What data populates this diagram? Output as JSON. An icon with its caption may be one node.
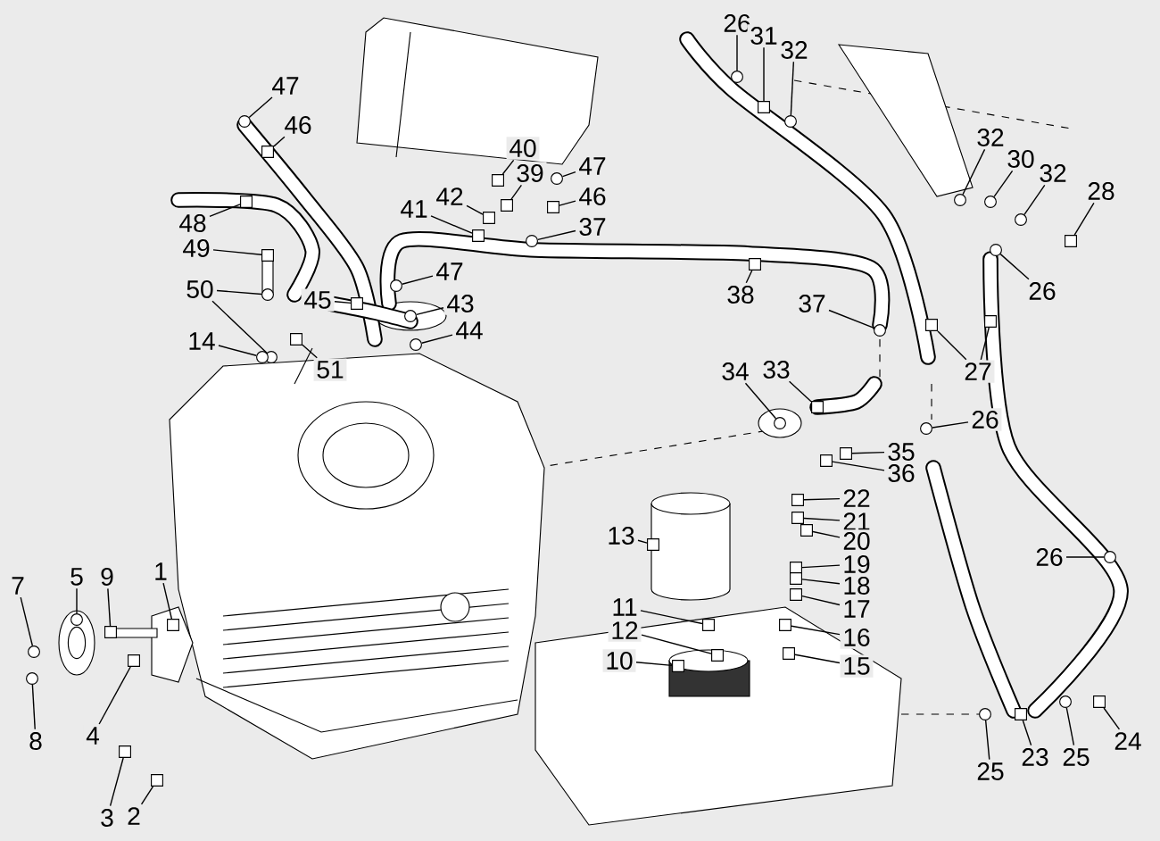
{
  "diagram": {
    "nodes": [
      {
        "text": [
          "47"
        ]
      },
      {
        "text": [
          "46"
        ]
      },
      {
        "text": [
          "26"
        ]
      },
      {
        "text": [
          "31"
        ]
      },
      {
        "text": [
          "32"
        ]
      },
      {
        "text": [
          "32"
        ]
      },
      {
        "text": [
          "40"
        ]
      },
      {
        "text": [
          "30"
        ]
      },
      {
        "text": [
          "47"
        ]
      },
      {
        "text": [
          "39"
        ]
      },
      {
        "text": [
          "32"
        ]
      },
      {
        "text": [
          "28"
        ]
      },
      {
        "text": [
          "42"
        ]
      },
      {
        "text": [
          "46"
        ]
      },
      {
        "text": [
          "41"
        ]
      },
      {
        "text": [
          "48"
        ]
      },
      {
        "text": [
          "37"
        ]
      },
      {
        "text": [
          "49"
        ]
      },
      {
        "text": [
          "47"
        ]
      },
      {
        "text": [
          "50"
        ]
      },
      {
        "text": [
          "26"
        ]
      },
      {
        "text": [
          "38"
        ]
      },
      {
        "text": [
          "45"
        ]
      },
      {
        "text": [
          "43"
        ]
      },
      {
        "text": [
          "37"
        ]
      },
      {
        "text": [
          "44"
        ]
      },
      {
        "text": [
          "14"
        ]
      },
      {
        "text": [
          "51"
        ]
      },
      {
        "text": [
          "34"
        ]
      },
      {
        "text": [
          "33"
        ]
      },
      {
        "text": [
          "27"
        ]
      },
      {
        "text": [
          "26"
        ]
      },
      {
        "text": [
          "35"
        ]
      },
      {
        "text": [
          "36"
        ]
      },
      {
        "text": [
          "22"
        ]
      },
      {
        "text": [
          "21"
        ]
      },
      {
        "text": [
          "13"
        ]
      },
      {
        "text": [
          "20"
        ]
      },
      {
        "text": [
          "26"
        ]
      },
      {
        "text": [
          "19"
        ]
      },
      {
        "text": [
          "1"
        ]
      },
      {
        "text": [
          "5"
        ]
      },
      {
        "text": [
          "9"
        ]
      },
      {
        "text": [
          "7"
        ]
      },
      {
        "text": [
          "18"
        ]
      },
      {
        "text": [
          "11"
        ]
      },
      {
        "text": [
          "17"
        ]
      },
      {
        "text": [
          "12"
        ]
      },
      {
        "text": [
          "16"
        ]
      },
      {
        "text": [
          "10"
        ]
      },
      {
        "text": [
          "15"
        ]
      },
      {
        "text": [
          "4"
        ]
      },
      {
        "text": [
          "8"
        ]
      },
      {
        "text": [
          "23"
        ]
      },
      {
        "text": [
          "25"
        ]
      },
      {
        "text": [
          "24"
        ]
      },
      {
        "text": [
          "25"
        ]
      },
      {
        "text": [
          "3"
        ]
      },
      {
        "text": [
          "2"
        ]
      },
      {
        "text": [],
        "shape": "circle"
      },
      {
        "text": [],
        "shape": "box"
      },
      {
        "text": [],
        "shape": "circle"
      },
      {
        "text": [],
        "shape": "box"
      },
      {
        "text": [],
        "shape": "circle"
      },
      {
        "text": [],
        "shape": "circle"
      },
      {
        "text": [],
        "shape": "box"
      },
      {
        "text": [],
        "shape": "circle"
      },
      {
        "text": [],
        "shape": "circle"
      },
      {
        "text": [],
        "shape": "box"
      },
      {
        "text": [],
        "shape": "circle"
      },
      {
        "text": [],
        "shape": "box"
      },
      {
        "text": [],
        "shape": "box"
      },
      {
        "text": [],
        "shape": "box"
      },
      {
        "text": [],
        "shape": "box"
      },
      {
        "text": [],
        "shape": "box"
      },
      {
        "text": [],
        "shape": "circle"
      },
      {
        "text": [],
        "shape": "box"
      },
      {
        "text": [],
        "shape": "circle"
      },
      {
        "text": [],
        "shape": "circle"
      },
      {
        "text": [],
        "shape": "circle"
      },
      {
        "text": [],
        "shape": "circle"
      },
      {
        "text": [],
        "shape": "box"
      },
      {
        "text": [],
        "shape": "box"
      },
      {
        "text": [],
        "shape": "circle"
      },
      {
        "text": [],
        "shape": "circle"
      },
      {
        "text": [],
        "shape": "circle"
      },
      {
        "text": [],
        "shape": "circle"
      },
      {
        "text": [],
        "shape": "box"
      },
      {
        "text": [],
        "shape": "circle"
      },
      {
        "text": [],
        "shape": "box"
      },
      {
        "text": [],
        "shape": "box"
      },
      {
        "text": [],
        "shape": "box"
      },
      {
        "text": [],
        "shape": "circle"
      },
      {
        "text": [],
        "shape": "box"
      },
      {
        "text": [],
        "shape": "box"
      },
      {
        "text": [],
        "shape": "box"
      },
      {
        "text": [],
        "shape": "box"
      },
      {
        "text": [],
        "shape": "box"
      },
      {
        "text": [],
        "shape": "box"
      },
      {
        "text": [],
        "shape": "circle"
      },
      {
        "text": [],
        "shape": "box"
      },
      {
        "text": [],
        "shape": "box"
      },
      {
        "text": [],
        "shape": "circle"
      },
      {
        "text": [],
        "shape": "box"
      },
      {
        "text": [],
        "shape": "circle"
      },
      {
        "text": [],
        "shape": "box"
      },
      {
        "text": [],
        "shape": "box"
      },
      {
        "text": [],
        "shape": "box"
      },
      {
        "text": [],
        "shape": "box"
      },
      {
        "text": [],
        "shape": "box"
      },
      {
        "text": [],
        "shape": "box"
      },
      {
        "text": [],
        "shape": "box"
      },
      {
        "text": [],
        "shape": "box"
      },
      {
        "text": [],
        "shape": "circle"
      },
      {
        "text": [],
        "shape": "box"
      },
      {
        "text": [],
        "shape": "circle"
      },
      {
        "text": [],
        "shape": "box"
      },
      {
        "text": [],
        "shape": "circle"
      },
      {
        "text": [],
        "shape": "box"
      },
      {
        "text": [],
        "shape": "box"
      }
    ],
    "edges": [
      {
        "from": 0,
        "to": 59,
        "arrow": "none"
      },
      {
        "from": 1,
        "to": 60,
        "arrow": "none"
      },
      {
        "from": 2,
        "to": 61,
        "arrow": "none"
      },
      {
        "from": 3,
        "to": 62,
        "arrow": "none"
      },
      {
        "from": 4,
        "to": 63,
        "arrow": "none"
      },
      {
        "from": 5,
        "to": 64,
        "arrow": "none"
      },
      {
        "from": 6,
        "to": 65,
        "arrow": "none"
      },
      {
        "from": 7,
        "to": 66,
        "arrow": "none"
      },
      {
        "from": 8,
        "to": 67,
        "arrow": "none"
      },
      {
        "from": 9,
        "to": 68,
        "arrow": "none"
      },
      {
        "from": 10,
        "to": 69,
        "arrow": "none"
      },
      {
        "from": 11,
        "to": 70,
        "arrow": "none"
      },
      {
        "from": 12,
        "to": 71,
        "arrow": "none"
      },
      {
        "from": 13,
        "to": 72,
        "arrow": "none"
      },
      {
        "from": 14,
        "to": 73,
        "arrow": "none"
      },
      {
        "from": 15,
        "to": 74,
        "arrow": "none"
      },
      {
        "from": 16,
        "to": 75,
        "arrow": "none"
      },
      {
        "from": 17,
        "to": 76,
        "arrow": "none"
      },
      {
        "from": 18,
        "to": 77,
        "arrow": "none"
      },
      {
        "from": 19,
        "to": 78,
        "arrow": "none"
      },
      {
        "from": 19,
        "to": 79,
        "arrow": "none"
      },
      {
        "from": 20,
        "to": 80,
        "arrow": "none"
      },
      {
        "from": 21,
        "to": 81,
        "arrow": "none"
      },
      {
        "from": 22,
        "to": 82,
        "arrow": "none"
      },
      {
        "from": 23,
        "to": 83,
        "arrow": "none"
      },
      {
        "from": 24,
        "to": 84,
        "arrow": "none"
      },
      {
        "from": 25,
        "to": 85,
        "arrow": "none"
      },
      {
        "from": 26,
        "to": 86,
        "arrow": "none"
      },
      {
        "from": 27,
        "to": 87,
        "arrow": "none"
      },
      {
        "from": 28,
        "to": 88,
        "arrow": "none"
      },
      {
        "from": 29,
        "to": 89,
        "arrow": "none"
      },
      {
        "from": 30,
        "to": 90,
        "arrow": "none"
      },
      {
        "from": 30,
        "to": 91,
        "arrow": "none"
      },
      {
        "from": 31,
        "to": 92,
        "arrow": "none"
      },
      {
        "from": 32,
        "to": 93,
        "arrow": "none"
      },
      {
        "from": 33,
        "to": 94,
        "arrow": "none"
      },
      {
        "from": 34,
        "to": 95,
        "arrow": "none"
      },
      {
        "from": 35,
        "to": 96,
        "arrow": "none"
      },
      {
        "from": 36,
        "to": 97,
        "arrow": "none"
      },
      {
        "from": 37,
        "to": 98,
        "arrow": "none"
      },
      {
        "from": 38,
        "to": 99,
        "arrow": "none"
      },
      {
        "from": 39,
        "to": 100,
        "arrow": "none"
      },
      {
        "from": 40,
        "to": 101,
        "arrow": "none"
      },
      {
        "from": 41,
        "to": 102,
        "arrow": "none"
      },
      {
        "from": 42,
        "to": 103,
        "arrow": "none"
      },
      {
        "from": 43,
        "to": 104,
        "arrow": "none"
      },
      {
        "from": 44,
        "to": 105,
        "arrow": "none"
      },
      {
        "from": 45,
        "to": 106,
        "arrow": "none"
      },
      {
        "from": 46,
        "to": 107,
        "arrow": "none"
      },
      {
        "from": 47,
        "to": 108,
        "arrow": "none"
      },
      {
        "from": 48,
        "to": 109,
        "arrow": "none"
      },
      {
        "from": 49,
        "to": 110,
        "arrow": "none"
      },
      {
        "from": 50,
        "to": 111,
        "arrow": "none"
      },
      {
        "from": 51,
        "to": 112,
        "arrow": "none"
      },
      {
        "from": 52,
        "to": 113,
        "arrow": "none"
      },
      {
        "from": 53,
        "to": 114,
        "arrow": "none"
      },
      {
        "from": 54,
        "to": 115,
        "arrow": "none"
      },
      {
        "from": 55,
        "to": 116,
        "arrow": "none"
      },
      {
        "from": 56,
        "to": 117,
        "arrow": "none"
      },
      {
        "from": 57,
        "to": 118,
        "arrow": "none"
      },
      {
        "from": 58,
        "to": 119,
        "arrow": "none"
      }
    ]
  }
}
